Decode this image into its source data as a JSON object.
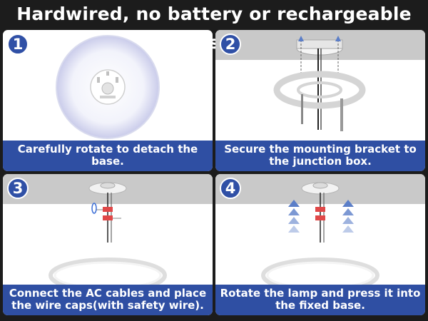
{
  "title": "Hardwired, no battery or rechargeable use",
  "steps": [
    {
      "number": "1",
      "caption": "Carefully rotate to detach the base."
    },
    {
      "number": "2",
      "caption": "Secure the mounting bracket to the junction box."
    },
    {
      "number": "3",
      "caption": "Connect the AC cables and place the wire caps(with safety wire)."
    },
    {
      "number": "4",
      "caption": "Rotate the lamp and press it into the fixed base."
    }
  ],
  "colors": {
    "banner": "#2f4fa3",
    "badge": "#3050a6",
    "background": "#1c1c1c",
    "ceiling": "#c9c9c9"
  }
}
